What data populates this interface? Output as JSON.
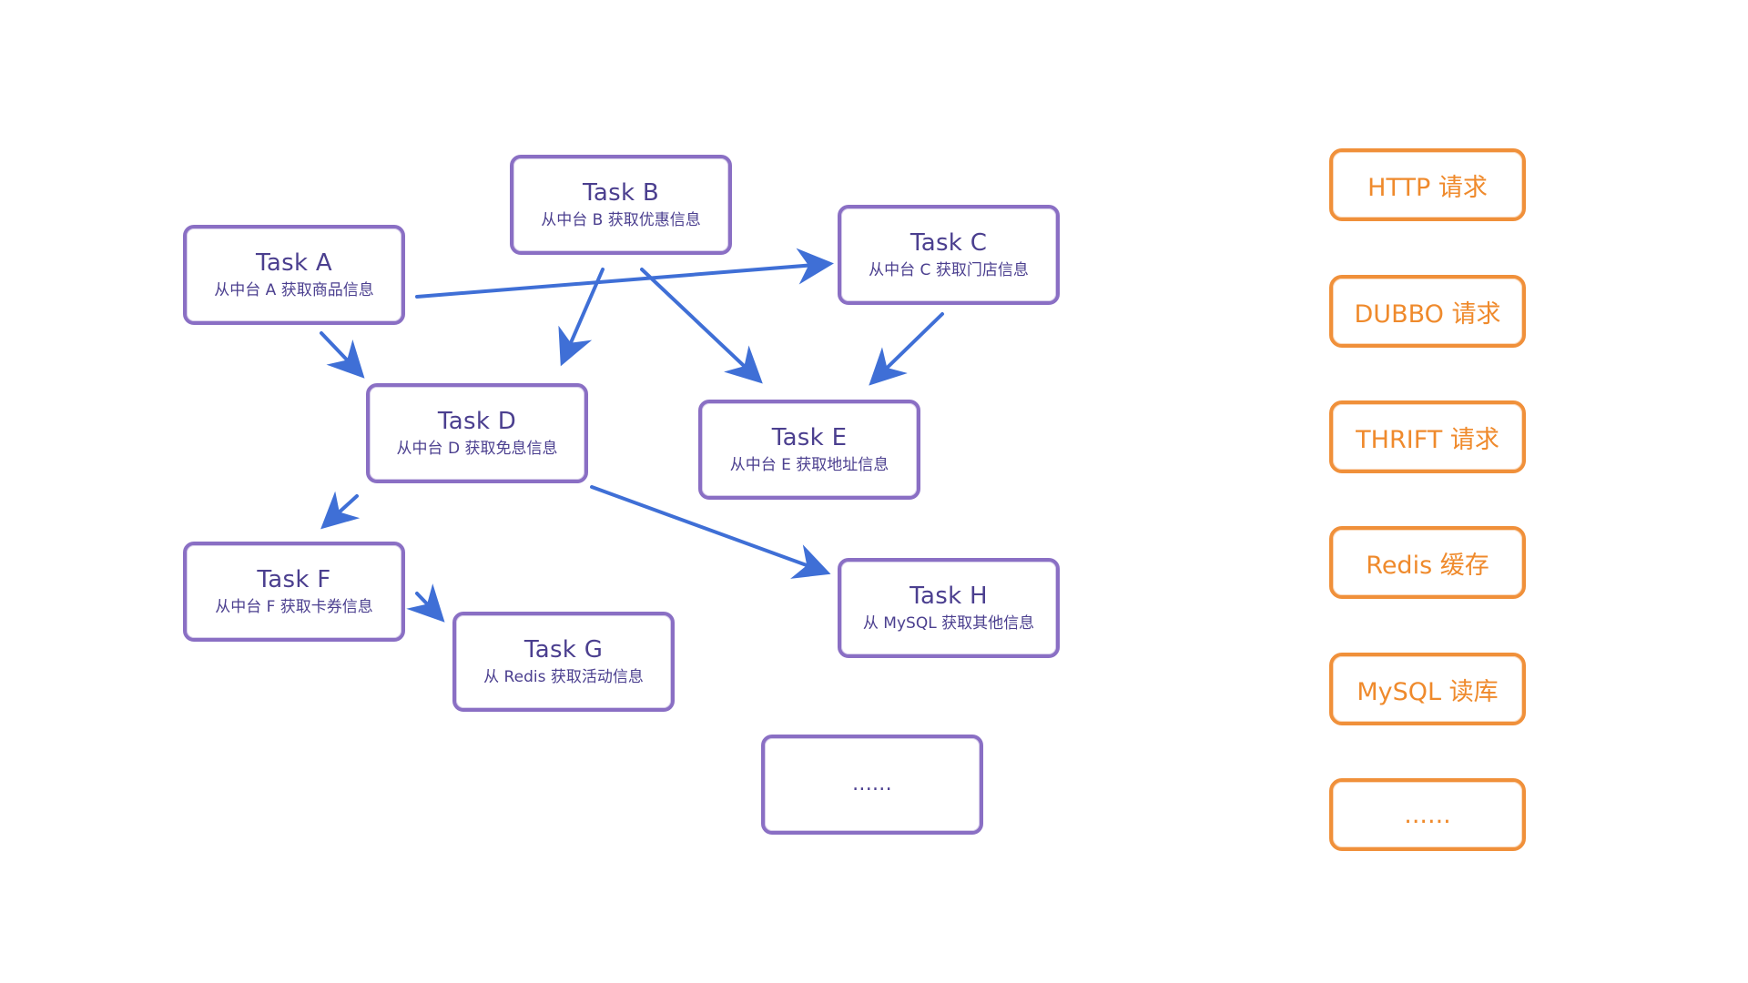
{
  "colors": {
    "task_border": "#8a6fc4",
    "task_text": "#4b3f8f",
    "arrow": "#3f6fd6",
    "legend": "#ef8a2c"
  },
  "tasks": {
    "a": {
      "title": "Task A",
      "desc": "从中台 A 获取商品信息"
    },
    "b": {
      "title": "Task B",
      "desc": "从中台 B 获取优惠信息"
    },
    "c": {
      "title": "Task C",
      "desc": "从中台 C 获取门店信息"
    },
    "d": {
      "title": "Task D",
      "desc": "从中台 D 获取免息信息"
    },
    "e": {
      "title": "Task E",
      "desc": "从中台 E 获取地址信息"
    },
    "f": {
      "title": "Task F",
      "desc": "从中台 F 获取卡券信息"
    },
    "g": {
      "title": "Task G",
      "desc": "从 Redis 获取活动信息"
    },
    "h": {
      "title": "Task H",
      "desc": "从 MySQL 获取其他信息"
    },
    "more": {
      "title": "......"
    }
  },
  "edges": [
    {
      "from": "Task A",
      "to": "Task C"
    },
    {
      "from": "Task A",
      "to": "Task D"
    },
    {
      "from": "Task B",
      "to": "Task D"
    },
    {
      "from": "Task B",
      "to": "Task E"
    },
    {
      "from": "Task C",
      "to": "Task E"
    },
    {
      "from": "Task D",
      "to": "Task F"
    },
    {
      "from": "Task D",
      "to": "Task H"
    },
    {
      "from": "Task F",
      "to": "Task G"
    }
  ],
  "legend": [
    "HTTP 请求",
    "DUBBO 请求",
    "THRIFT 请求",
    "Redis 缓存",
    "MySQL 读库",
    "......"
  ]
}
